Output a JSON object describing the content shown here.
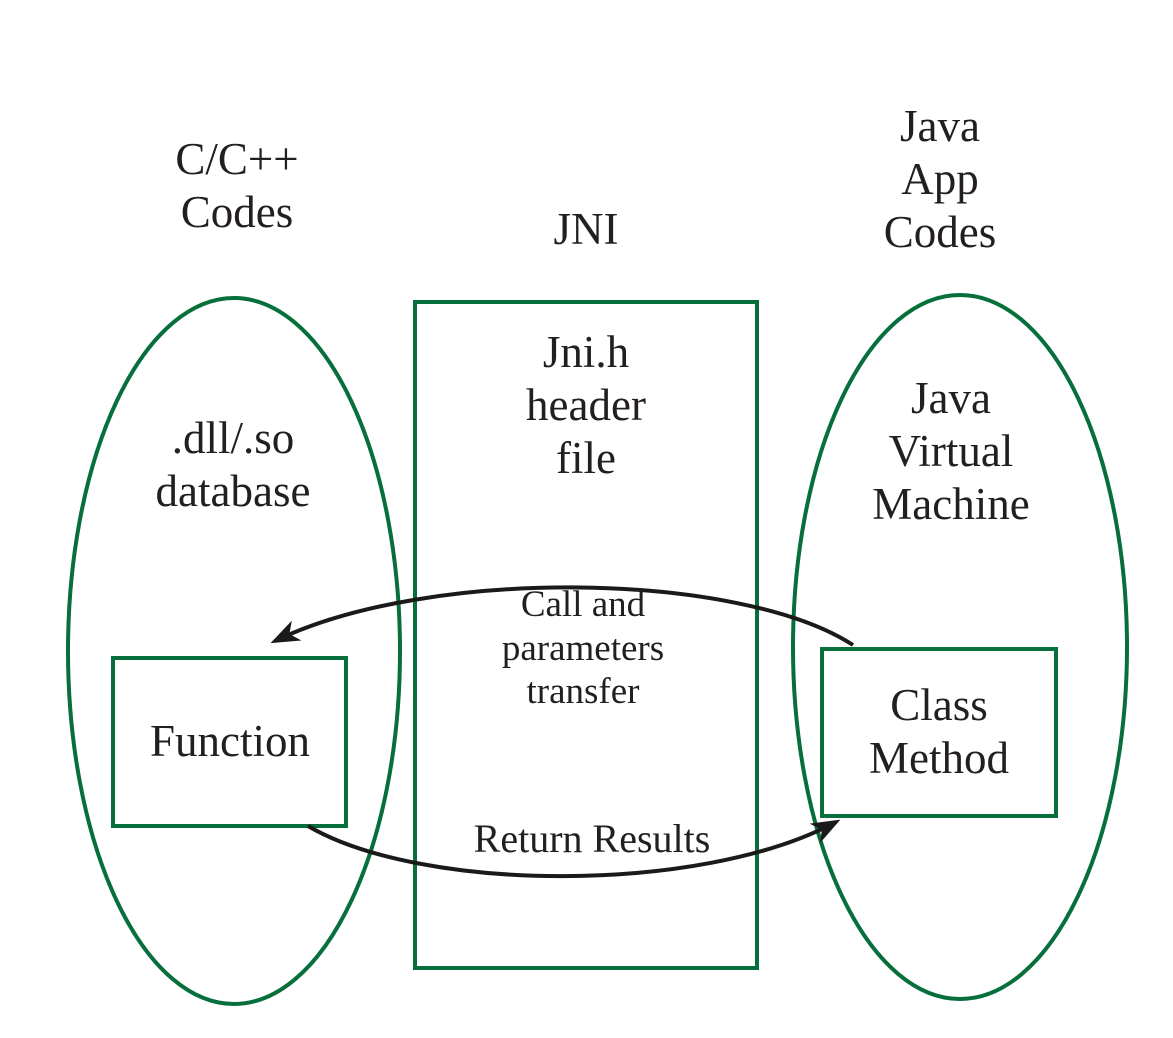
{
  "diagram": {
    "title": "JNI architecture diagram",
    "colors": {
      "outline_green": "#066f3b",
      "arrow_black": "#1a1a1a",
      "text": "#231f20"
    },
    "left_group": {
      "title": "C/C++\nCodes",
      "ellipse_label": ".dll/.so\ndatabase",
      "box_label": "Function"
    },
    "middle_group": {
      "title": "JNI",
      "header_label": "Jni.h\nheader\nfile",
      "call_label": "Call and\nparameters\ntransfer",
      "return_label": "Return Results"
    },
    "right_group": {
      "title": "Java\nApp\nCodes",
      "ellipse_label": "Java\nVirtual\nMachine",
      "box_label": "Class\nMethod"
    }
  }
}
